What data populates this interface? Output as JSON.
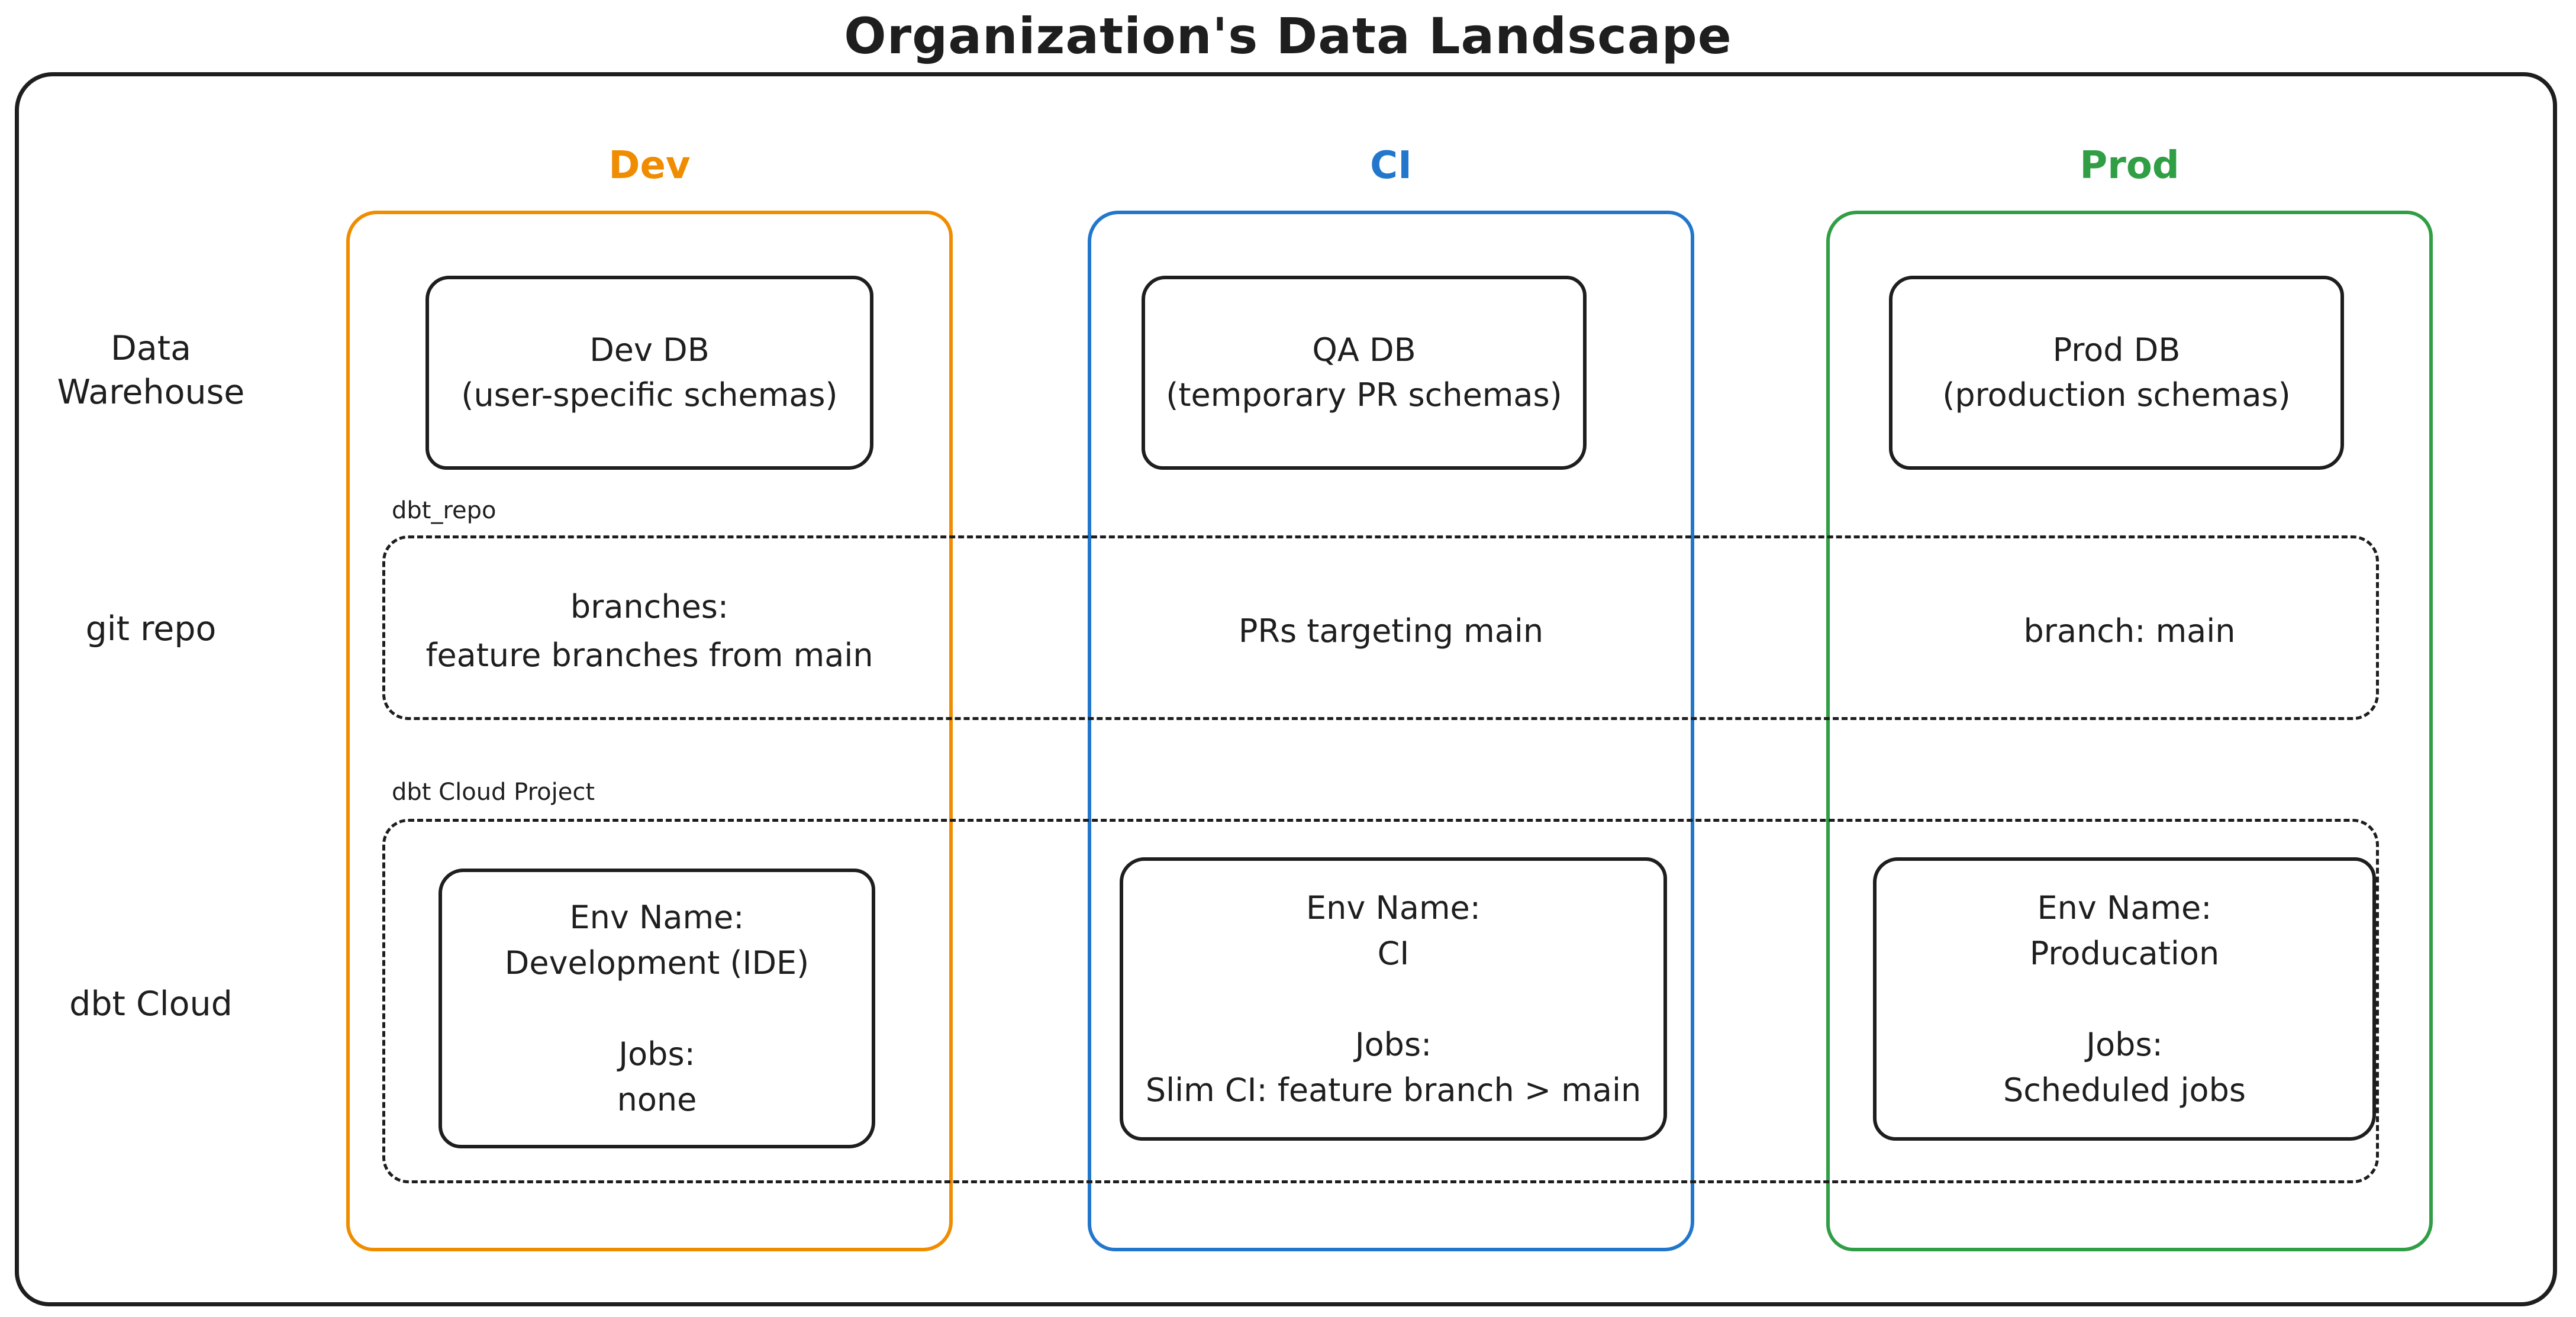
{
  "title": "Organization's Data Landscape",
  "row_labels": {
    "warehouse": "Data Warehouse",
    "git": "git repo",
    "dbt": "dbt Cloud"
  },
  "group_labels": {
    "git_repo_box": "dbt_repo",
    "dbt_project_box": "dbt Cloud Project"
  },
  "colors": {
    "dev": "#f08c00",
    "ci": "#2277cc",
    "prod": "#2f9e44",
    "ink": "#1e1e1e"
  },
  "columns": [
    {
      "header": "Dev",
      "color": "#f08c00",
      "db": {
        "title": "Dev DB",
        "subtitle": "(user-specific schemas)"
      },
      "git_lines": [
        "branches:",
        "feature branches from main"
      ],
      "env": {
        "env_label": "Env Name:",
        "name": "Development (IDE)",
        "jobs_label": "Jobs:",
        "jobs": "none"
      }
    },
    {
      "header": "CI",
      "color": "#2277cc",
      "db": {
        "title": "QA DB",
        "subtitle": "(temporary PR schemas)"
      },
      "git_lines": [
        "PRs targeting main"
      ],
      "env": {
        "env_label": "Env Name:",
        "name": "CI",
        "jobs_label": "Jobs:",
        "jobs": "Slim CI: feature branch > main"
      }
    },
    {
      "header": "Prod",
      "color": "#2f9e44",
      "db": {
        "title": "Prod DB",
        "subtitle": "(production schemas)"
      },
      "git_lines": [
        "branch: main"
      ],
      "env": {
        "env_label": "Env Name:",
        "name": "Producation",
        "jobs_label": "Jobs:",
        "jobs": "Scheduled jobs"
      }
    }
  ]
}
